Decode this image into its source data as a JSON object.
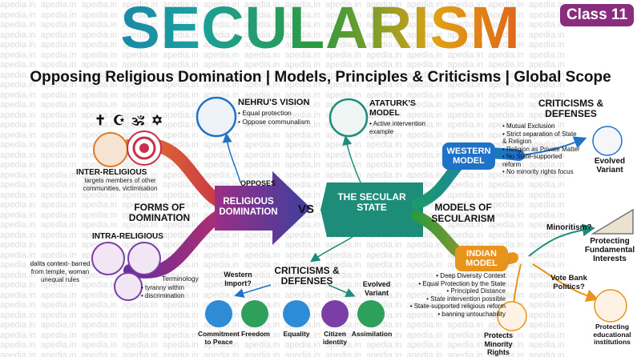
{
  "watermark": "apedia.in",
  "title": "SECULARISM",
  "class_badge": "Class 11",
  "subtitle": "Opposing Religious Domination | Models, Principles & Criticisms | Global Scope",
  "symbols": "✝ ☪ 🕉 ✡",
  "left": {
    "inter_title": "INTER-RELIGIOUS",
    "inter_desc": "targets members of other communities, victimisation",
    "forms_title": "FORMS OF DOMINATION",
    "intra_title": "INTRA-RELIGIOUS",
    "dalits_desc": "dalits context- barred from temple, woman unequal rules",
    "terminology": "Terminology",
    "intra_bullets": [
      "tyranny within",
      "discrimination"
    ]
  },
  "center": {
    "opposes": "OPPOSES",
    "religious_domination": "RELIGIOUS DOMINATION",
    "vs": "VS",
    "secular_state": "THE SECULAR STATE"
  },
  "nehru": {
    "title": "NEHRU'S VISION",
    "bullets": [
      "Equal protection",
      "Oppose communalism"
    ]
  },
  "ataturk": {
    "title": "ATATURK'S MODEL",
    "bullets": [
      "Active intervention example"
    ]
  },
  "criticisms_top": {
    "title": "CRITICISMS & DEFENSES",
    "bullets": [
      "Mutual Exclusion",
      "Strict separation of State & Religion",
      "Religion as Private Matter",
      "No State-supported reform",
      "No minority rights focus"
    ]
  },
  "western_model": "WESTERN MODEL",
  "evolved_variant_right": "Evolved Variant",
  "models_of_secularism": "MODELS OF SECULARISM",
  "minoritism": "Minoritism?",
  "protecting_fundamental": "Protecting Fundamental Interests",
  "indian_model": "INDIAN MODEL",
  "indian_bullets": [
    "Deep Diversity Context",
    "Equal Protection by the State",
    "Principled Distance",
    "State intervention possible",
    "State-supported religious reform",
    "banning untouchability"
  ],
  "vote_bank": "Vote Bank Politics?",
  "protects_minority": "Protects Minority Rights",
  "protecting_educational": "Protecting educational institutions",
  "criticisms_bottom": {
    "title": "CRITICISMS & DEFENSES",
    "western_import": "Western Import?",
    "evolved_variant": "Evolved Variant",
    "values": [
      "Commitment to Peace",
      "Freedom",
      "Equality",
      "Citizen identity",
      "Assimilation"
    ]
  },
  "colors": {
    "title_blue": "#1d5fb5",
    "class_badge": "#8a2c7e",
    "western_blue": "#1e73c8",
    "indian_orange": "#e8931c",
    "secular_teal": "#1d8c78",
    "domination_purple": "#4a3a9c",
    "branch_red": "#d9482a",
    "branch_purple": "#7a3fa6"
  },
  "icons": {
    "nehru": "nehru-portrait-icon",
    "ataturk": "ataturk-portrait-icon",
    "gavel": "gavel-icon",
    "graph": "rising-graph-icon",
    "people": "people-icon",
    "target": "target-icon",
    "dove": "dove-icon",
    "plant": "plant-icon",
    "equality": "equality-icon",
    "citizen": "citizen-icon",
    "assimilation": "assimilation-icon"
  }
}
